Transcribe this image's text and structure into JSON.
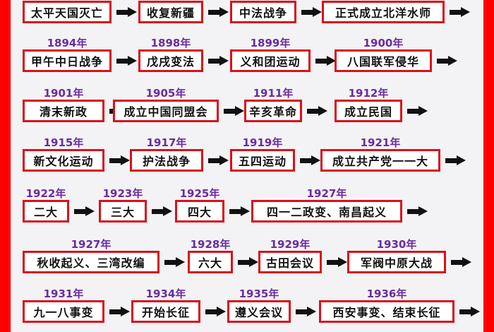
{
  "colors": {
    "edge": "#ff0000",
    "box_border": "#d8111b",
    "year": "#6a2ba0",
    "arrow": "#111111"
  },
  "rows": [
    {
      "events": [
        {
          "year": "",
          "label": "太平天国灭亡"
        },
        {
          "year": "",
          "label": "收复新疆"
        },
        {
          "year": "",
          "label": "中法战争"
        },
        {
          "year": "",
          "label": "正式成立北洋水师"
        }
      ]
    },
    {
      "events": [
        {
          "year": "1894年",
          "label": "甲午中日战争"
        },
        {
          "year": "1898年",
          "label": "戊戌变法"
        },
        {
          "year": "1899年",
          "label": "义和团运动"
        },
        {
          "year": "1900年",
          "label": "八国联军侵华"
        }
      ]
    },
    {
      "events": [
        {
          "year": "1901年",
          "label": "清末新政"
        },
        {
          "year": "1905年",
          "label": "成立中国同盟会"
        },
        {
          "year": "1911年",
          "label": "辛亥革命"
        },
        {
          "year": "1912年",
          "label": "成立民国"
        }
      ]
    },
    {
      "events": [
        {
          "year": "1915年",
          "label": "新文化运动"
        },
        {
          "year": "1917年",
          "label": "护法战争"
        },
        {
          "year": "1919年",
          "label": "五四运动"
        },
        {
          "year": "1921年",
          "label": "成立共产党一一大"
        }
      ]
    },
    {
      "events": [
        {
          "year": "1922年",
          "label": "二大"
        },
        {
          "year": "1923年",
          "label": "三大"
        },
        {
          "year": "1925年",
          "label": "四大"
        },
        {
          "year": "1927年",
          "label": "四一二政变、南昌起义"
        }
      ]
    },
    {
      "events": [
        {
          "year": "1927年",
          "label": "秋收起义、三湾改编"
        },
        {
          "year": "1928年",
          "label": "六大"
        },
        {
          "year": "1929年",
          "label": "古田会议"
        },
        {
          "year": "1930年",
          "label": "军阀中原大战"
        }
      ]
    },
    {
      "events": [
        {
          "year": "1931年",
          "label": "九一八事变"
        },
        {
          "year": "1934年",
          "label": "开始长征"
        },
        {
          "year": "1935年",
          "label": "遵义会议"
        },
        {
          "year": "1936年",
          "label": "西安事变、结束长征"
        }
      ]
    }
  ]
}
